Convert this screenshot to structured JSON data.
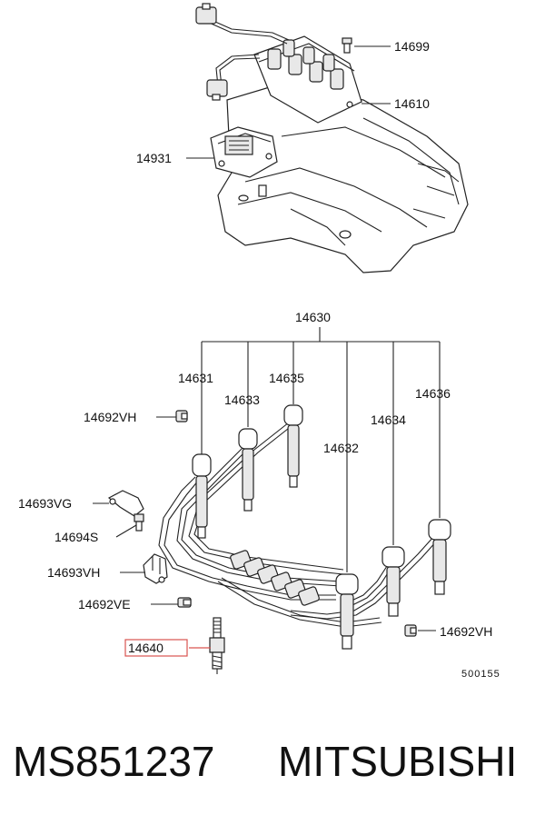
{
  "callouts": {
    "p14699": "14699",
    "p14610": "14610",
    "p14931": "14931",
    "p14630": "14630",
    "p14631": "14631",
    "p14635": "14635",
    "p14633": "14633",
    "p14636": "14636",
    "p14634": "14634",
    "p14632": "14632",
    "p14692vh_a": "14692VH",
    "p14693vg": "14693VG",
    "p14694s": "14694S",
    "p14693vh": "14693VH",
    "p14692ve": "14692VE",
    "p14640": "14640",
    "p14692vh_b": "14692VH"
  },
  "diagram_code": "500155",
  "footer": {
    "part_number": "MS851237",
    "brand": "MITSUBISHI"
  },
  "colors": {
    "highlight": "#d9534f",
    "line": "#222222"
  }
}
